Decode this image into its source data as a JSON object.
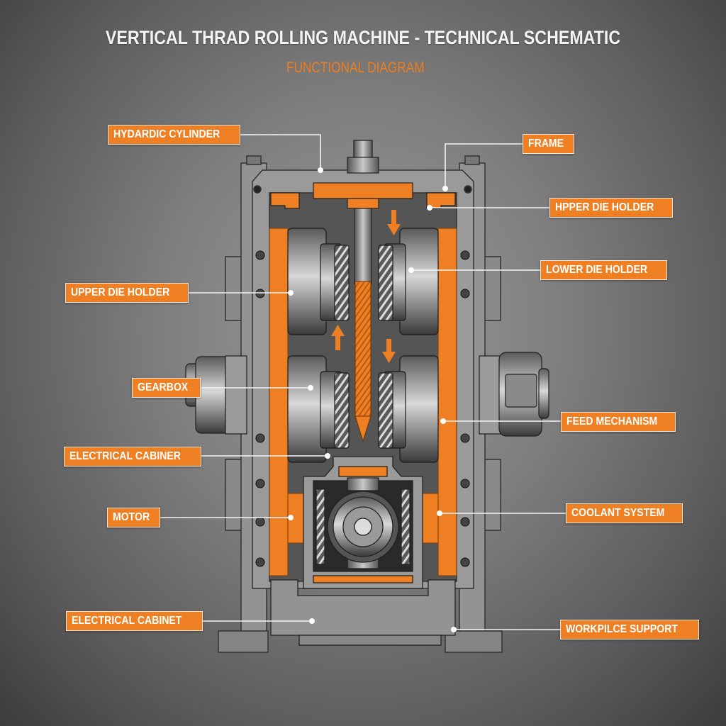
{
  "header": {
    "title": "VERTICAL THRAD ROLLING MACHINE - TECHNICAL SCHEMATIC",
    "subtitle": "FUNCTIONAL DIAGRAM"
  },
  "colors": {
    "accent_orange": "#ee7f22",
    "label_border": "#f3e6d8",
    "frame_gray": "#8f8f8f",
    "background_gray": "#7e7e7e",
    "leader_line": "#ffffff"
  },
  "labels": {
    "left": [
      {
        "id": "hydraulic-cylinder",
        "text": "HYDARDIC CYLINDER"
      },
      {
        "id": "upper-die-holder",
        "text": "UPPER DIE HOLDER"
      },
      {
        "id": "gearbox",
        "text": "GEARBOX"
      },
      {
        "id": "electrical-cabiner",
        "text": "ELECTRICAL CABINER"
      },
      {
        "id": "motor",
        "text": "MOTOR"
      },
      {
        "id": "electrical-cabinet",
        "text": "ELECTRICAL CABINET"
      }
    ],
    "right": [
      {
        "id": "frame",
        "text": "FRAME"
      },
      {
        "id": "hpper-die-holder",
        "text": "HPPER DIE HOLDER"
      },
      {
        "id": "lower-die-holder",
        "text": "LOWER DIE HOLDER"
      },
      {
        "id": "feed-mechanism",
        "text": "FEED MECHANISM"
      },
      {
        "id": "coolant-system",
        "text": "COOLANT SYSTEM"
      },
      {
        "id": "workpiece-support",
        "text": "WORKPILCE SUPPORT"
      }
    ]
  },
  "diagram": {
    "arrows": [
      "down-arrow-upper-right",
      "up-arrow-left",
      "down-arrow-lower-right"
    ],
    "components": [
      "frame",
      "hydraulic-ram",
      "upper-die-rollers",
      "lower-die-rollers",
      "threaded-workpiece",
      "gear-train",
      "side-motors",
      "base"
    ]
  }
}
